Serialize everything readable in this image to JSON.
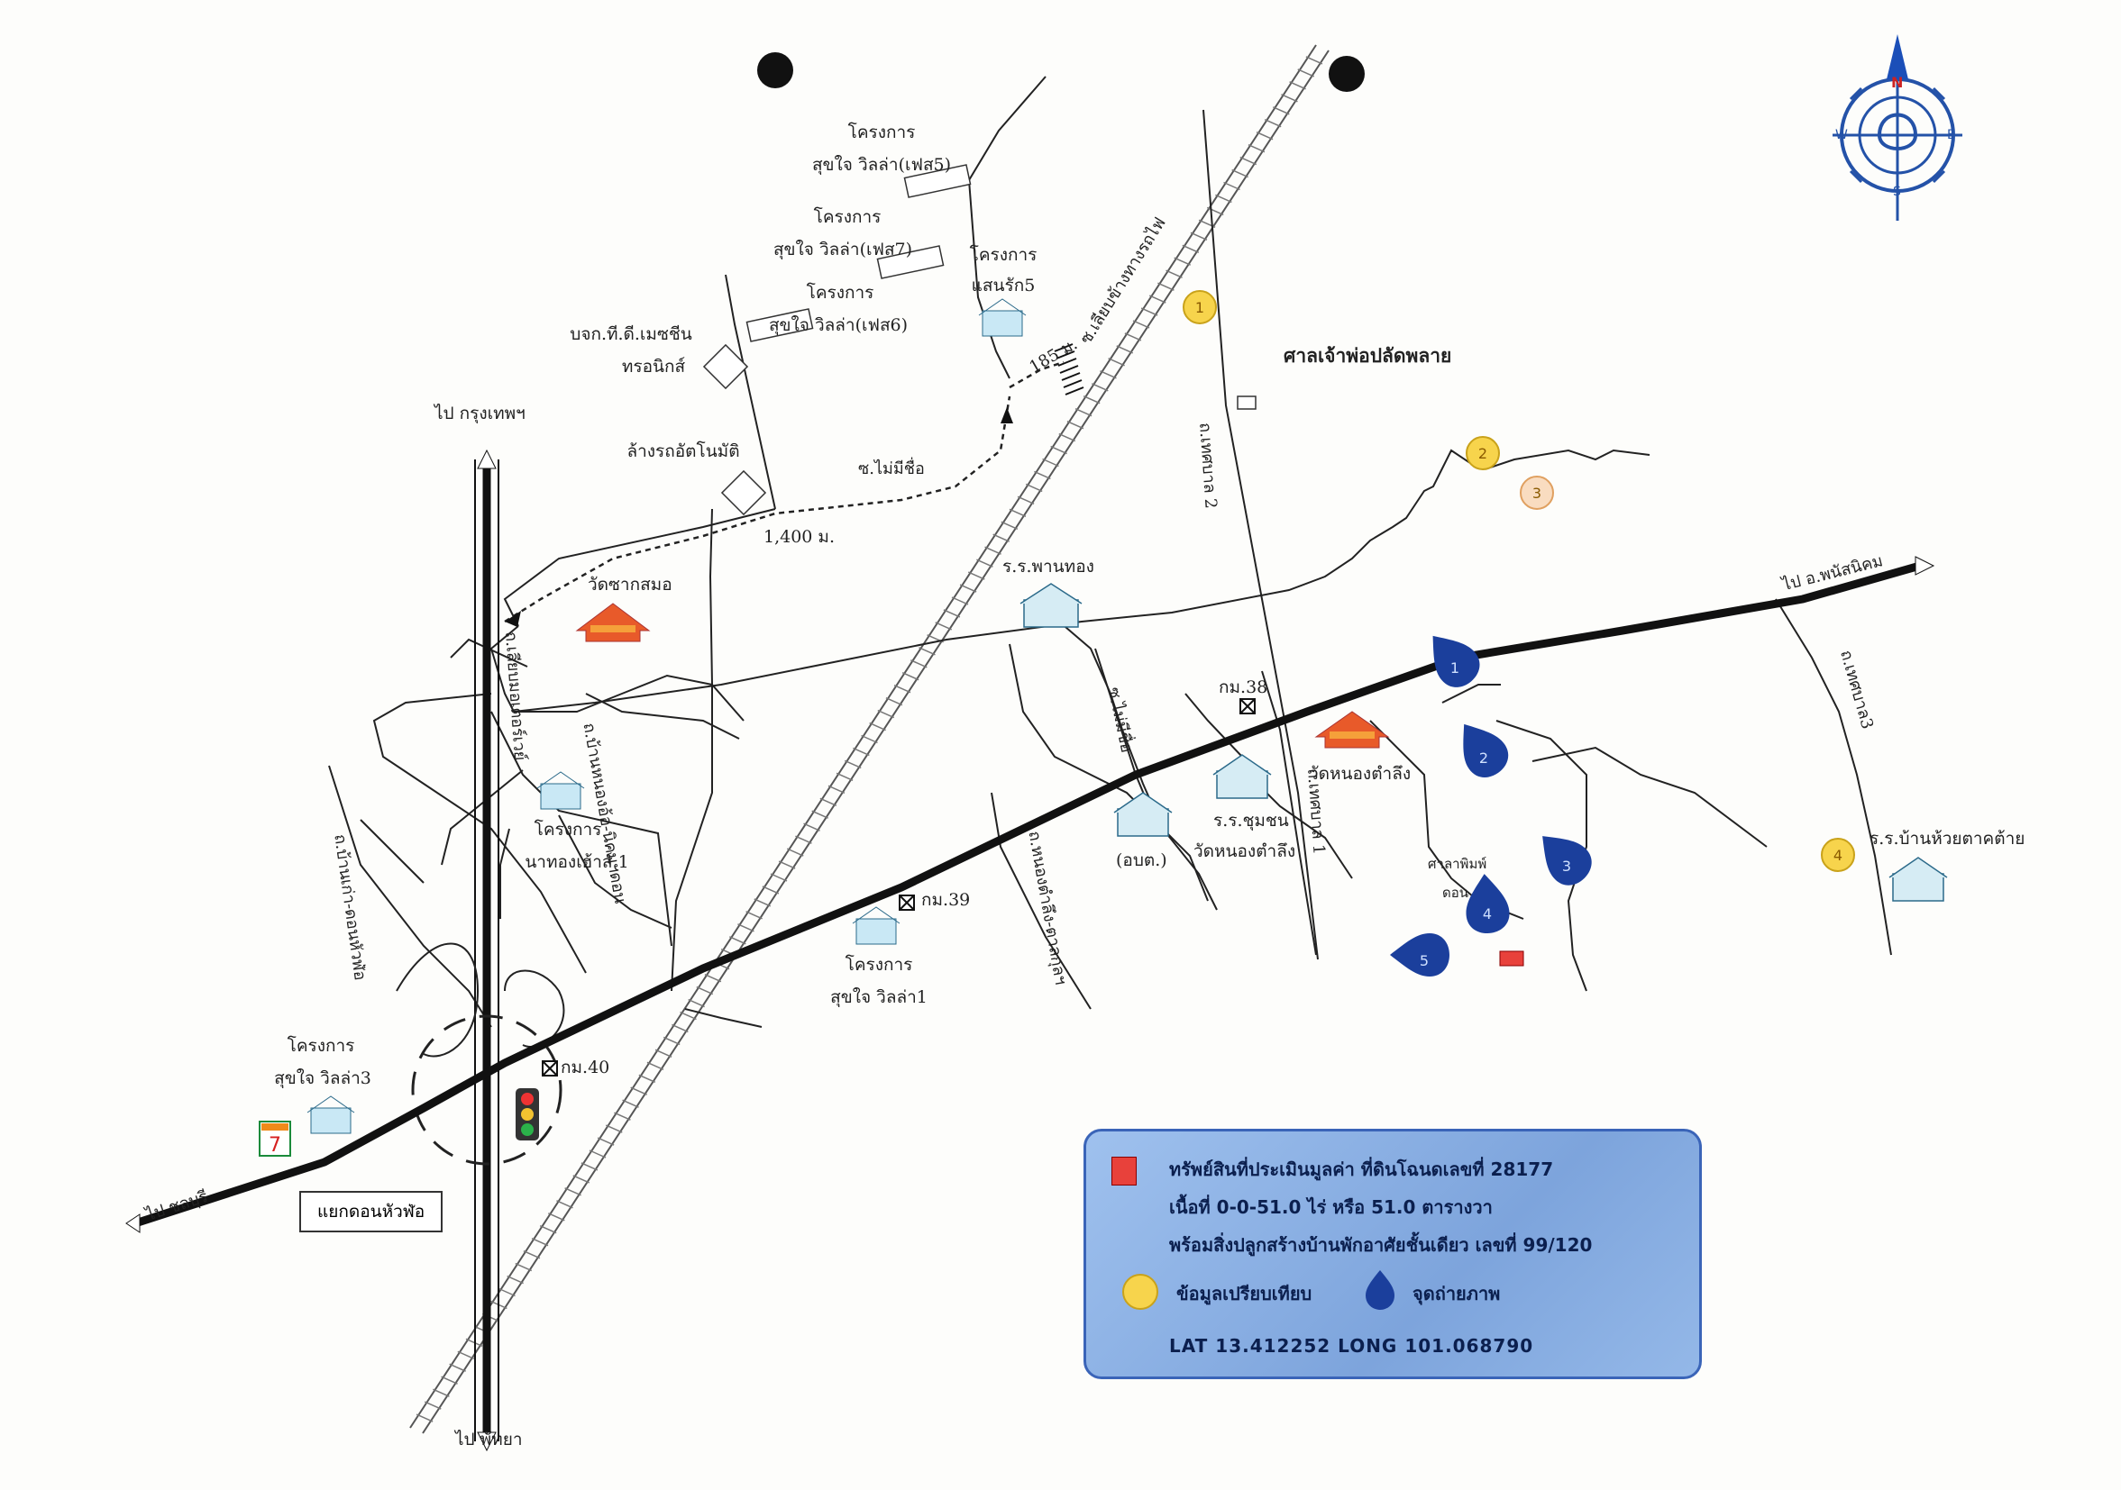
{
  "directions": {
    "to_bangkok": "ไป กรุงเทพฯ",
    "to_pattaya": "ไป พัทยา",
    "to_chonburi": "ไป ชลบุรี",
    "to_phanat_nikhom": "ไป อ.พนัสนิคม"
  },
  "compass": {
    "n": "N",
    "s": "S",
    "e": "E",
    "w": "W"
  },
  "places": {
    "suk_jai_5_a": "โครงการ",
    "suk_jai_5_b": "สุขใจ วิลล่า(เฟส5)",
    "suk_jai_7_a": "โครงการ",
    "suk_jai_7_b": "สุขใจ วิลล่า(เฟส7)",
    "suk_jai_6_a": "โครงการ",
    "suk_jai_6_b": "สุขใจ วิลล่า(เฟส6)",
    "saen_rak_a": "โครงการ",
    "saen_rak_b": "แสนรัก5",
    "tidimex_a": "บจก.ที.ดี.เมซชีน",
    "tidimex_b": "ทรอนิกส์",
    "car_wash": "ล้างรถอัตโนมัติ",
    "shrine": "ศาลเจ้าพ่อปลัดพลาย",
    "wat_sak_samo": "วัดซากสมอ",
    "school_phan_thong": "ร.ร.พานทอง",
    "km38": "กม.38",
    "km39": "กม.39",
    "km40": "กม.40",
    "wat_nong_tamlueng": "วัดหนองตำลึง",
    "school_chumchon_a": "ร.ร.ชุมชน",
    "school_chumchon_b": "วัดหนองตำลึง",
    "otc": "(อบต.)",
    "na_thong_a": "โครงการ",
    "na_thong_b": "นาทองเฮ้าส์ 1",
    "suk_jai_1_a": "โครงการ",
    "suk_jai_1_b": "สุขใจ วิลล่า1",
    "suk_jai_3_a": "โครงการ",
    "suk_jai_3_b": "สุขใจ วิลล่า3",
    "intersection": "แยกดอนหัวฬ่อ",
    "school_huai_a": "ร.ร.บ้านห้วยตาคต้าย",
    "kanlayani": "ศาลาพิมพ์",
    "kanlayani_b": "ดอน"
  },
  "roads": {
    "soi_no_name_1": "ซ.ไม่มีชื่อ",
    "soi_no_name_2": "ซ.ไม่มีชื่อ",
    "soi_rail": "ซ.เลียบข้างทางรถไฟ",
    "thesaban_2": "ถ.เทศบาล 2",
    "thesaban_1": "ถ.เทศบาล 1",
    "thesaban_3": "ถ.เทศบาล3",
    "liab_motorway": "ถ.เลียบมอเตอร์เวย์",
    "ban_nong_ao": "ถ.บ้านหนองอ้อ-นิคมฯดอน",
    "nong_tamlueng": "ถ.หนองตำลึง-ตาลกุลฯ",
    "ban_kao": "ถ.บ้านเก่า-ดอนหัวฬ่อ"
  },
  "distances": {
    "d185": "185 ม.",
    "d1400": "1,400 ม."
  },
  "markers": [
    "1",
    "2",
    "3",
    "4"
  ],
  "photo_points": [
    "1",
    "2",
    "3",
    "4",
    "5"
  ],
  "legend": {
    "line1": "ทรัพย์สินที่ประเมินมูลค่า ที่ดินโฉนดเลขที่ 28177",
    "line2": "เนื้อที่ 0-0-51.0 ไร่ หรือ 51.0 ตารางวา",
    "line3": "พร้อมสิ่งปลูกสร้างบ้านพักอาศัยชั้นเดียว เลขที่ 99/120",
    "compare_label": "ข้อมูลเปรียบเทียบ",
    "photo_label": "จุดถ่ายภาพ",
    "coords": "LAT 13.412252 LONG 101.068790",
    "property_color": "#e8413b",
    "compare_color": "#f7d44c",
    "photo_color": "#1b3f9c"
  }
}
